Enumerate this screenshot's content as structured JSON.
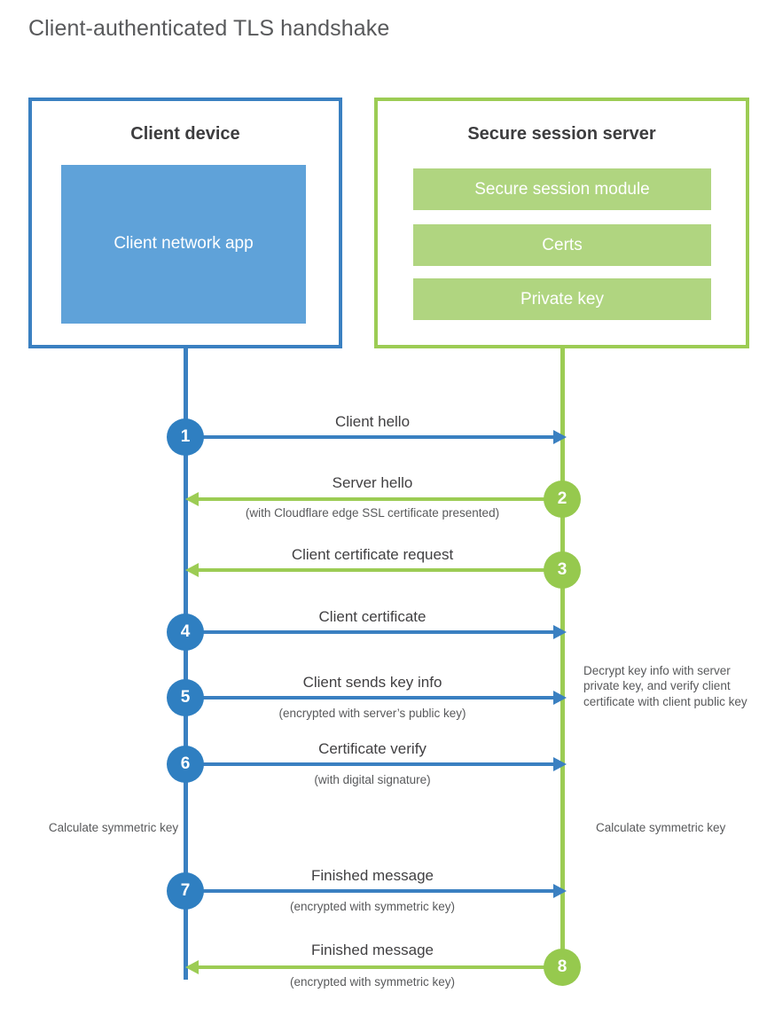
{
  "title": "Client-authenticated TLS handshake",
  "colors": {
    "client_blue": "#3a80c1",
    "client_app_fill": "#5fa2d9",
    "server_green": "#9ccc54",
    "server_bar_fill": "#b0d580",
    "badge_blue": "#2f7fc1",
    "badge_green": "#96c94e",
    "text": "#414042",
    "title_text": "#58595b"
  },
  "client": {
    "title": "Client device",
    "app_label": "Client network app"
  },
  "server": {
    "title": "Secure session server",
    "components": [
      "Secure session module",
      "Certs",
      "Private key"
    ]
  },
  "steps": [
    {
      "number": "1",
      "label": "Client hello",
      "sub": "",
      "direction": "client-to-server"
    },
    {
      "number": "2",
      "label": "Server hello",
      "sub": "(with Cloudflare edge SSL certificate presented)",
      "direction": "server-to-client"
    },
    {
      "number": "3",
      "label": "Client certificate request",
      "sub": "",
      "direction": "server-to-client"
    },
    {
      "number": "4",
      "label": "Client certificate",
      "sub": "",
      "direction": "client-to-server"
    },
    {
      "number": "5",
      "label": "Client sends key info",
      "sub": "(encrypted with server’s public key)",
      "direction": "client-to-server"
    },
    {
      "number": "6",
      "label": "Certificate verify",
      "sub": "(with digital signature)",
      "direction": "client-to-server"
    },
    {
      "number": "7",
      "label": "Finished message",
      "sub": "(encrypted with symmetric key)",
      "direction": "client-to-server"
    },
    {
      "number": "8",
      "label": "Finished message",
      "sub": "(encrypted with symmetric key)",
      "direction": "server-to-client"
    }
  ],
  "notes": {
    "server_decrypt": "Decrypt key info with server private key, and verify client certificate with client public key",
    "client_calculate": "Calculate symmetric key",
    "server_calculate": "Calculate symmetric key"
  }
}
